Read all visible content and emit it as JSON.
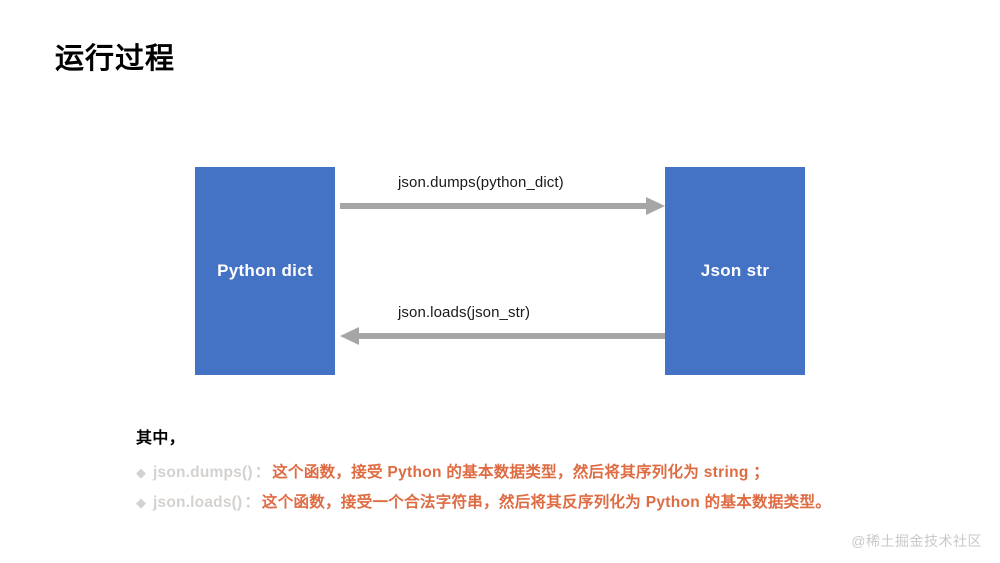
{
  "slide": {
    "title": "运行过程",
    "background_color": "#FFFFFF"
  },
  "diagram": {
    "type": "flow",
    "node_fill_color": "#4472C4",
    "arrow_color": "#A6A6A6",
    "nodes": [
      {
        "id": "python-dict",
        "label": "Python dict"
      },
      {
        "id": "json-str",
        "label": "Json str"
      }
    ],
    "edges": [
      {
        "id": "dumps",
        "label": "json.dumps(python_dict)",
        "from": "python-dict",
        "to": "json-str",
        "direction": "right"
      },
      {
        "id": "loads",
        "label": "json.loads(json_str)",
        "from": "json-str",
        "to": "python-dict",
        "direction": "left"
      }
    ]
  },
  "notes": {
    "heading": "其中，",
    "bullet_glyph": "◆",
    "label_color": "#D4D1CF",
    "desc_color": "#DE6B42",
    "items": [
      {
        "api": "json.dumps()",
        "colon": "：",
        "description": "这个函数，接受 Python 的基本数据类型，然后将其序列化为 string ；"
      },
      {
        "api": "json.loads()",
        "colon": "：",
        "description": "这个函数，接受一个合法字符串，然后将其反序列化为 Python 的基本数据类型。"
      }
    ]
  },
  "watermark": {
    "text": "@稀土掘金技术社区"
  }
}
